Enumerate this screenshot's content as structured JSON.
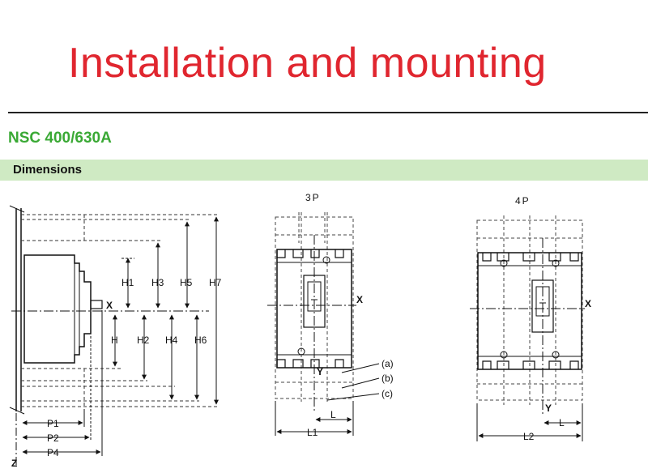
{
  "header": {
    "title": "Installation and mounting"
  },
  "model": {
    "name": "NSC 400/630A"
  },
  "section": {
    "label": "Dimensions"
  },
  "side_view": {
    "height_labels": [
      "H1",
      "H3",
      "H5",
      "H7",
      "H",
      "H2",
      "H4",
      "H6"
    ],
    "depth_labels": [
      "P1",
      "P2",
      "P4"
    ],
    "axis_x": "X",
    "axis_z": "Z"
  },
  "front_3p": {
    "title": "3P",
    "axis_x": "X",
    "axis_y": "Y",
    "width_labels": [
      "L",
      "L1"
    ],
    "callouts": [
      "(a)",
      "(b)",
      "(c)"
    ]
  },
  "front_4p": {
    "title": "4P",
    "axis_x": "X",
    "axis_y": "Y",
    "width_labels": [
      "L",
      "L2"
    ]
  }
}
